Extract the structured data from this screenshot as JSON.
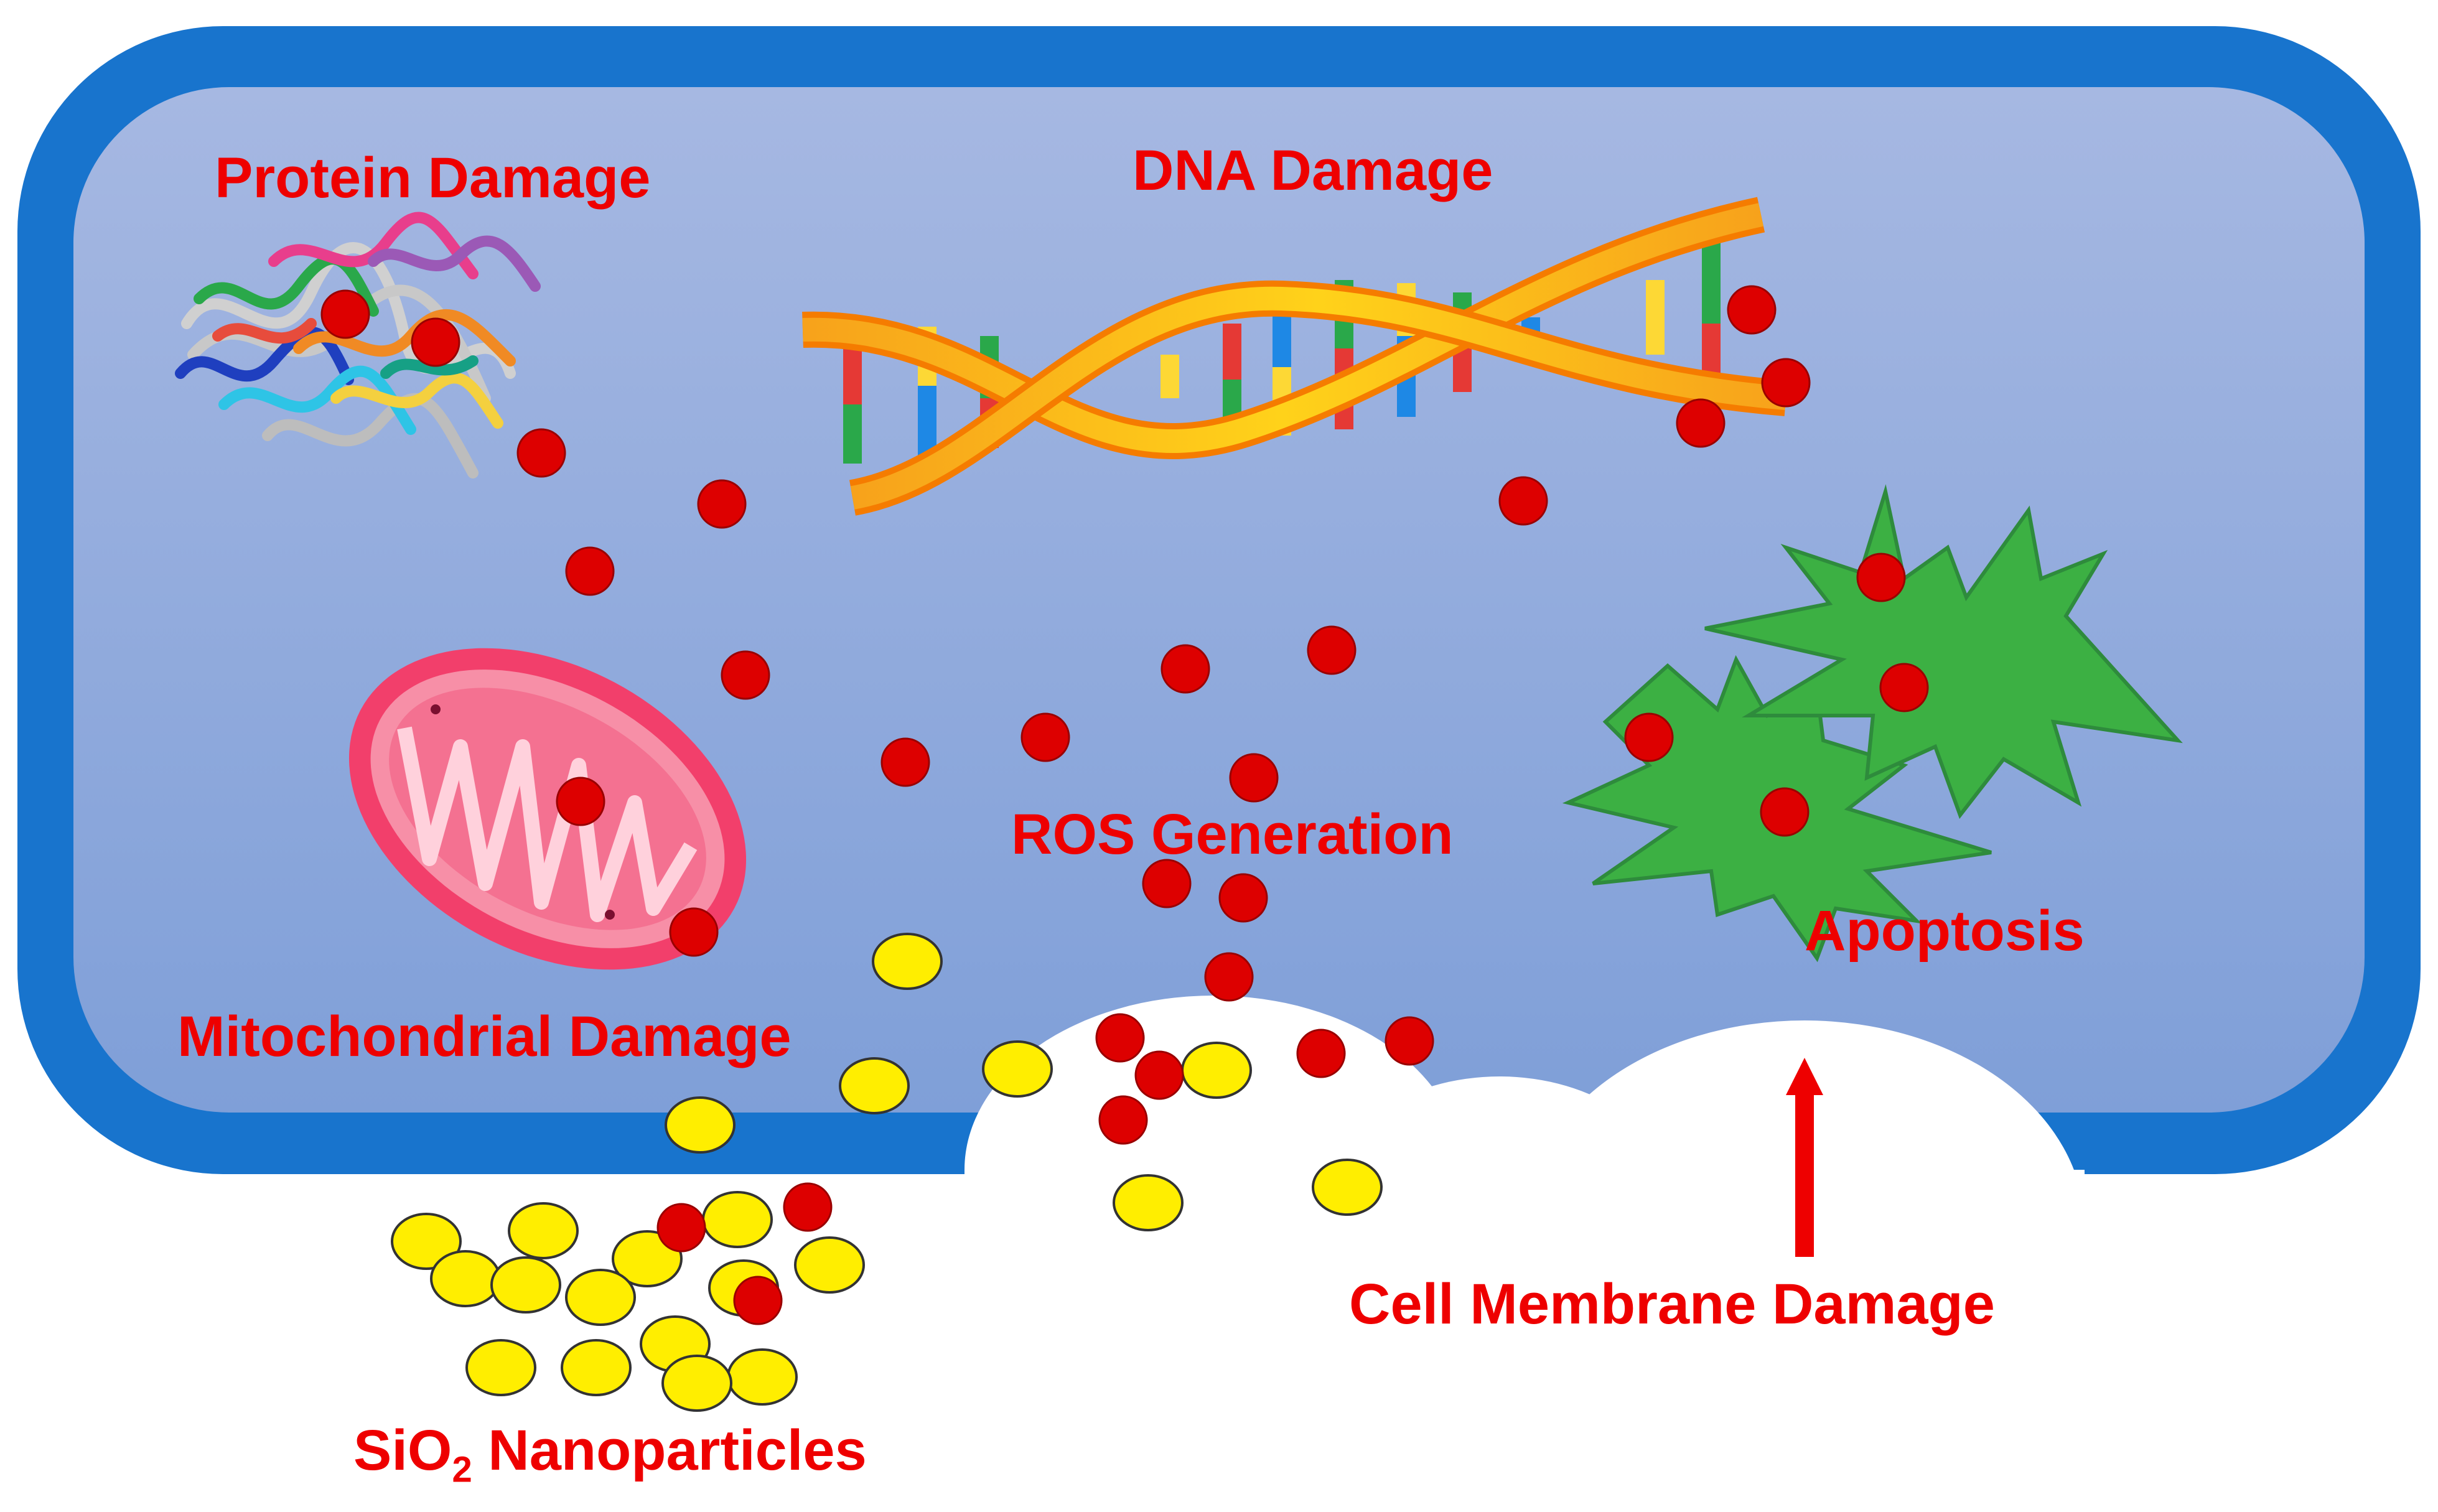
{
  "labels": {
    "protein": "Protein Damage",
    "dna": "DNA Damage",
    "mito": "Mitochondrial Damage",
    "ros": "ROS Generation",
    "apoptosis": "Apoptosis",
    "membrane": "Cell Membrane Damage",
    "nano_prefix": "SiO",
    "nano_sub": "2",
    "nano_suffix": " Nanoparticles"
  },
  "colors": {
    "membrane_outer": "#1874cd",
    "cytoplasm": "#94abdb",
    "ros_particle": "#dd0000",
    "nanoparticle": "#ffee00",
    "label_text": "#ee0000",
    "mitochondrion": "#f26a8d",
    "apoptotic_body": "#3cb043"
  },
  "icons": [
    "protein-structure-icon",
    "dna-helix-icon",
    "mitochondrion-icon",
    "apoptotic-cell-icon",
    "up-arrow-icon"
  ]
}
